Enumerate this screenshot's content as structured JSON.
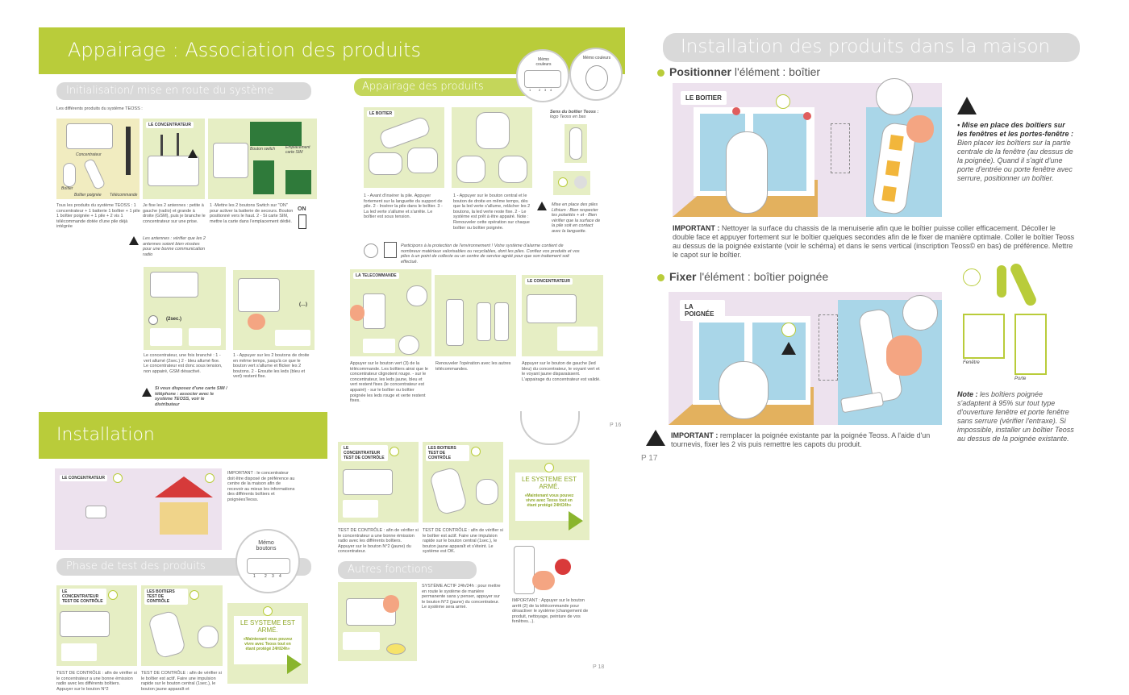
{
  "left_page": {
    "banner_title": "Appairage : Association des produits",
    "init": {
      "heading": "Initialisation/ mise en route du système",
      "intro": "Les différents produits du système TEOSS :",
      "panel1_labels": [
        "Concentrateur",
        "Boîtier",
        "Boîtier poignée",
        "Télécommande"
      ],
      "panel2_title": "LE CONCENTRATEUR",
      "panel3_labels": [
        "Bouton switch",
        "Emplacement carte SIM",
        "ON"
      ],
      "text1": "Tous les produits du système TEOSS : 1 concentrateur + 1 batterie 1 boîtier + 1 pile 1 boîtier poignée + 1 pile + 2 vis 1 télécommande dotée d'une pile déjà intégrée",
      "text2": "Je fixe les 2 antennes : petite à gauche (radio) et grande à droite (GSM), puis je branche le concentrateur sur une prise.",
      "text3": "1 -Mettre les 2 boutons Switch sur \"ON\" pour activer la batterie de secours. Bouton positionné vers le haut. 2 - Si carte SIM, mettre la carte dans l'emplacement dédié.",
      "antennes_note": "Les antennes : vérifier que les 2 antennes soient bien vissées pour une bonne communication radio",
      "conc_lit": "(2sec.)",
      "text4": "Le concentrateur, une fois branché : 1 - vert allumé (2sec.) 2 - bleu allumé fixe. Le concentrateur est donc sous tension, non appairé, GSM désactivé.",
      "text5": "1 - Appuyer sur les 2 boutons de droite en même temps, jusqu'à ce que le bouton vert s'allume et flicker les 2 boutons. 2 - Ensuite les leds (bleu et vert) restent fixe.",
      "sim_note": "Si vous disposez d'une carte SIM / téléphone : associer avec le système TEOSS, voir le distributeur",
      "dots_label": "(…)"
    },
    "appairage": {
      "heading": "Appairage des produits",
      "memo1": "Mémo couleurs",
      "memo2": "Mémo couleurs",
      "memo_digits": [
        "1",
        "2",
        "3",
        "4"
      ],
      "boitier_title": "LE BOITIER",
      "sens_title": "Sens du boîtier Teoss :",
      "sens_sub": "logo Teoss en bas",
      "text_a": "1 - Avant d'insérer la pile. Appuyer fortement sur la languette du support de pile. 2 - Insérer la pile dans le boîtier. 3 - La led verte s'allume et s'arrête. Le boîtier est sous tension.",
      "text_b": "1 - Appuyer sur le bouton central et le bouton de droite en même temps, dès que la led verte s'allume, relâcher les 2 boutons, la led verte reste fixe. 2 - Le système est prêt à être appairé. Note : Renouveler cette opération sur chaque boîtier ou boîtier poignée.",
      "lithium_note": "Mise en place des piles Lithium : Bien respecter les polarités + et - Bien vérifier que la surface de la pile soit en contact avec la languette.",
      "env_note": "Participons à la protection de l'environnement ! Votre système d'alarme contient de nombreux matériaux valorisables ou recyclables, dont les piles. Confiez vos produits et vos piles à un point de collecte ou un centre de service agréé pour que son traitement soit effectué.",
      "tele_title": "LA TELECOMMANDE",
      "conc_title": "LE CONCENTRATEUR",
      "text_c": "Appuyer sur le bouton vert (3) de la télécommande. Les boîtiers ainsi que le concentrateur clignotent rouge. - sur le concentrateur, les leds jaune, bleu et vert restent fixes (le concentrateur est appairé) - sur le boîtier ou boîtier poignée les leds rouge et verte restent fixes.",
      "text_d": "Renouveler l'opération avec les autres télécommandes.",
      "text_e": "Appuyer sur le bouton de gauche (led bleu) du concentrateur, le voyant vert et le voyant jaune disparaissent. L'appairage du concentrateur est validé.",
      "page": "P 16"
    },
    "installation": {
      "banner_title": "Installation",
      "conc_title": "LE CONCENTRATEUR",
      "important": "IMPORTANT : le concentrateur doit être disposé de préférence au centre de la maison afin de recevoir au mieux les informations des différents boîtiers et poignéesTeoss.",
      "test_heading": "Phase de test des produits",
      "memo_boutons": "Mémo boutons",
      "memo_digits": [
        "1",
        "2",
        "3",
        "4"
      ],
      "test_conc_title": "LE CONCENTRATEUR TEST DE CONTRÔLE",
      "test_boit_title": "LES BOITIERS TEST DE CONTRÔLE",
      "armed_title": "LE SYSTEME EST ARMÉ.",
      "armed_sub": "«Maintenant vous pouvez vivre avec Teoss tout en étant protégé 24H/24h»",
      "test_text1": "TEST DE CONTRÔLE : afin de vérifier si le concentrateur a une bonne émission radio avec les différents boîtiers. Appuyer sur le bouton N°2",
      "test_text2": "TEST DE CONTRÔLE : afin de vérifier si le boîtier est actif. Faire une impulsion rapide sur le bouton central (1sec.), le bouton jaune apparaît et"
    },
    "p18": {
      "test_conc_title": "LE CONCENTRATEUR TEST DE CONTRÔLE",
      "test_boit_title": "LES BOITIERS TEST DE CONTRÔLE",
      "armed_title": "LE SYSTEME EST ARMÉ.",
      "armed_sub": "«Maintenant vous pouvez vivre avec Teoss tout en étant protégé 24H/24h»",
      "text1": "TEST DE CONTRÔLE : afin de vérifier si le concentrateur a une bonne émission radio avec les différents boîtiers. Appuyer sur le bouton N°2 (jaune) du concentrateur.",
      "text2": "TEST DE CONTRÔLE : afin de vérifier si le boîtier est actif. Faire une impulsion rapide sur le bouton central (1sec.), le bouton jaune apparaît et s'éteint. Le système est OK.",
      "autres_heading": "Autres fonctions",
      "actif_text": "SYSTÈME ACTIF 24h/24h : pour mettre en route le système de manière permanente sans y penser, appuyer sur le bouton N°2 (jaune) du concentrateur. Le système sera armé.",
      "important_text": "IMPORTANT : Appuyer sur le bouton arrêt (2) de la télécommande pour désactiver le système (changement de produit, nettoyage, peinture de vos fenêtres...).",
      "page": "P 18"
    }
  },
  "right_page": {
    "banner_title": "Installation des produits dans la maison",
    "pos_heading_bold": "Positionner",
    "pos_heading_rest": " l'élément : boîtier",
    "pos_panel_title": "LE BOITIER",
    "pos_note_title": "• Mise en place des boîtiers sur les fenêtres et les portes-fenêtre :",
    "pos_note_body": "Bien placer les boîtiers sur la partie centrale de la fenêtre (au dessus de la poignée). Quand il s'agit d'une porte d'entrée ou porte fenêtre avec serrure, positionner un boîtier.",
    "important_label": "IMPORTANT :",
    "important_text": " Nettoyer la surface du chassis de la menuiserie afin que le boîtier puisse coller efficacement. Décoller le double face et appuyer fortement sur le boîtier quelques secondes afin de le fixer de manière optimale. Coller le boîtier Teoss au dessus de la poignée existante (voir le schéma) et dans le sens vertical (inscription Teoss© en bas) de préférence. Mettre le capot sur le boîtier.",
    "fix_heading_bold": "Fixer",
    "fix_heading_rest": " l'élément : boîtier poignée",
    "fix_panel_title": "LA POIGNÉE",
    "fenetre_label": "Fenêtre",
    "porte_label": "Porte",
    "note_label": "Note :",
    "note_text": " les boîtiers poignée s'adaptent à 95% sur tout type d'ouverture fenêtre et porte fenêtre sans serrure (vérifier l'entraxe). Si impossible, installer un boîtier Teoss au dessus de la poignée existante.",
    "important2_label": "IMPORTANT :",
    "important2_text": " remplacer la poignée existante par la poignée Teoss. A l'aide d'un tournevis, fixer les 2 vis puis remettre les capots du produit.",
    "page": "P 17"
  },
  "colors": {
    "green": "#b9cc3a",
    "grey": "#d9d9d9",
    "panel_green": "#e6eec4",
    "panel_purple": "#ede2ee"
  }
}
